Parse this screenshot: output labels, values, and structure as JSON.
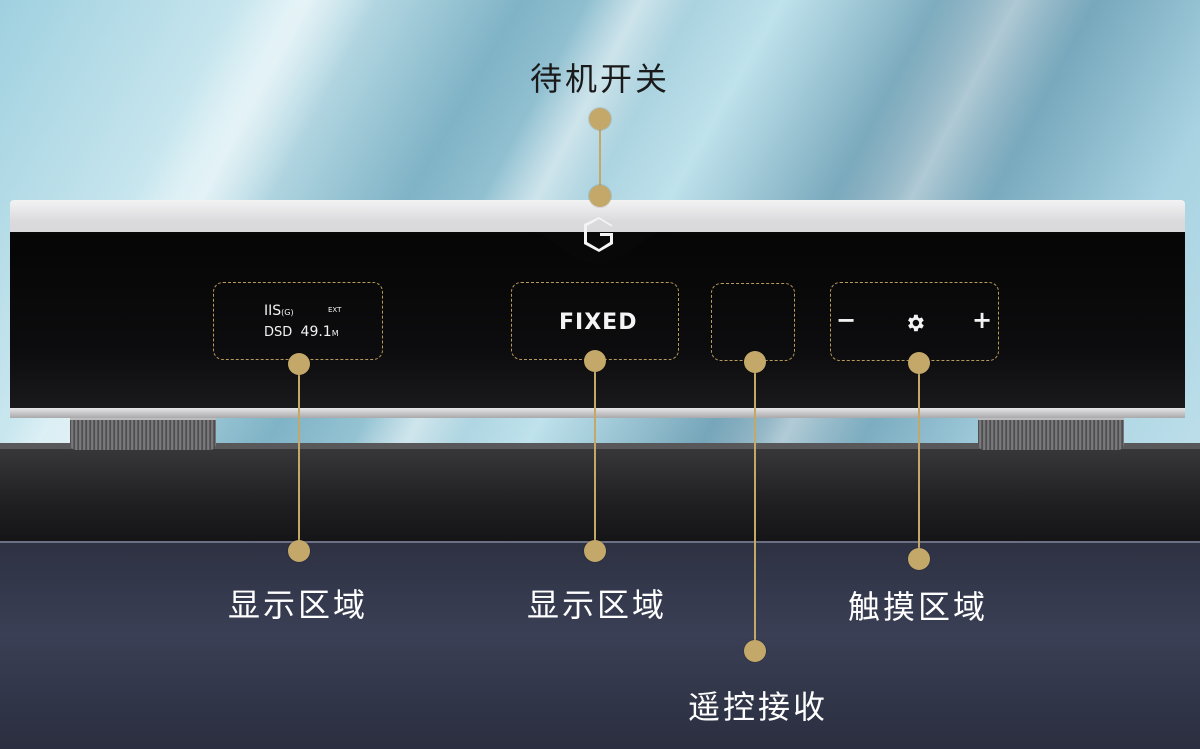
{
  "labels": {
    "standby_switch": "待机开关",
    "display_area_left": "显示区域",
    "display_area_center": "显示区域",
    "touch_area": "触摸区域",
    "remote_receiver": "遥控接收"
  },
  "display": {
    "input": "IIS",
    "input_suffix": "(G)",
    "ext": "EXT",
    "format": "DSD",
    "rate": "49.1",
    "rate_unit": "M"
  },
  "volume_mode": "FIXED",
  "touch_controls": {
    "minus": "−",
    "settings_icon": "gear-icon",
    "plus": "+"
  },
  "colors": {
    "accent_gold": "#c4a86a",
    "dashed_border": "#b89a5a"
  }
}
